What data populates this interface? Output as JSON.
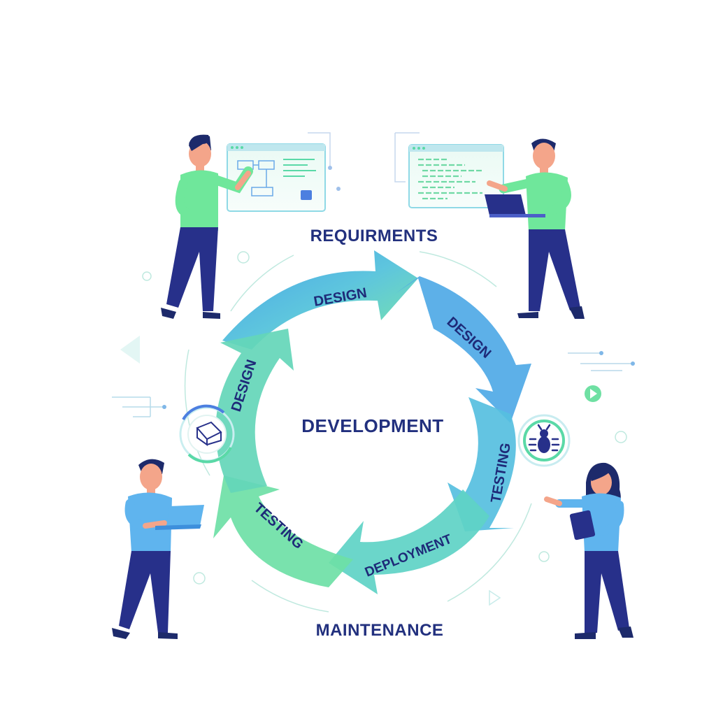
{
  "diagram": {
    "top_label": "REQUIRMENTS",
    "center_label": "DEVELOPMENT",
    "bottom_label": "MAINTENANCE",
    "stages": [
      {
        "label": "DESIGN"
      },
      {
        "label": "DESIGN"
      },
      {
        "label": "TESTING"
      },
      {
        "label": "DEPLOYMENT"
      },
      {
        "label": "TESTING"
      },
      {
        "label": "DESIGN"
      }
    ]
  },
  "icons": [
    "bug-icon",
    "play-icon",
    "wireframe-icon",
    "laptop-icon",
    "tablet-icon",
    "code-window-icon",
    "flowchart-window-icon"
  ],
  "colors": {
    "arrow_blue": "#4aa6e8",
    "arrow_teal": "#58c9d6",
    "arrow_green": "#6fe0a3",
    "navy": "#27308a",
    "shirt_green": "#6fe79b",
    "shirt_blue": "#5fb4ee",
    "skin": "#f4a58a",
    "hair": "#1d2a6b"
  }
}
